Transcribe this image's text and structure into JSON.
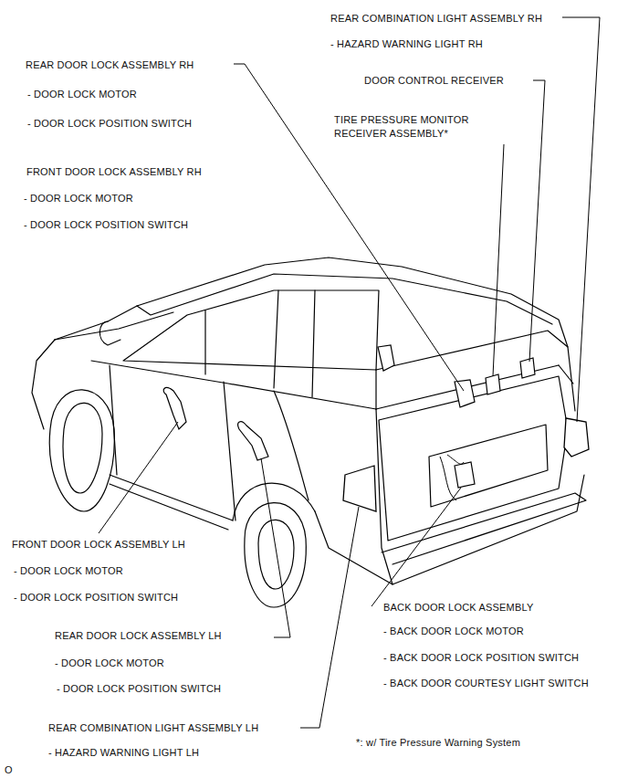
{
  "diagram": {
    "labels": [
      "REAR COMBINATION LIGHT ASSEMBLY RH",
      "- HAZARD WARNING LIGHT RH",
      "REAR DOOR LOCK ASSEMBLY RH",
      "- DOOR LOCK MOTOR",
      "- DOOR LOCK POSITION SWITCH",
      "DOOR CONTROL RECEIVER",
      "TIRE PRESSURE MONITOR RECEIVER ASSEMBLY*",
      "FRONT DOOR LOCK ASSEMBLY RH",
      "- DOOR LOCK MOTOR",
      "- DOOR LOCK POSITION SWITCH",
      "FRONT DOOR LOCK ASSEMBLY LH",
      "- DOOR LOCK MOTOR",
      "- DOOR LOCK POSITION SWITCH",
      "BACK DOOR LOCK ASSEMBLY",
      "- BACK DOOR LOCK MOTOR",
      "- BACK DOOR LOCK POSITION SWITCH",
      "- BACK DOOR COURTESY LIGHT SWITCH",
      "REAR DOOR LOCK ASSEMBLY LH",
      "- DOOR LOCK MOTOR",
      "- DOOR LOCK POSITION SWITCH",
      "REAR COMBINATION LIGHT ASSEMBLY LH",
      "- HAZARD WARNING LIGHT LH",
      "*: w/ Tire Pressure Warning System",
      "O"
    ]
  }
}
